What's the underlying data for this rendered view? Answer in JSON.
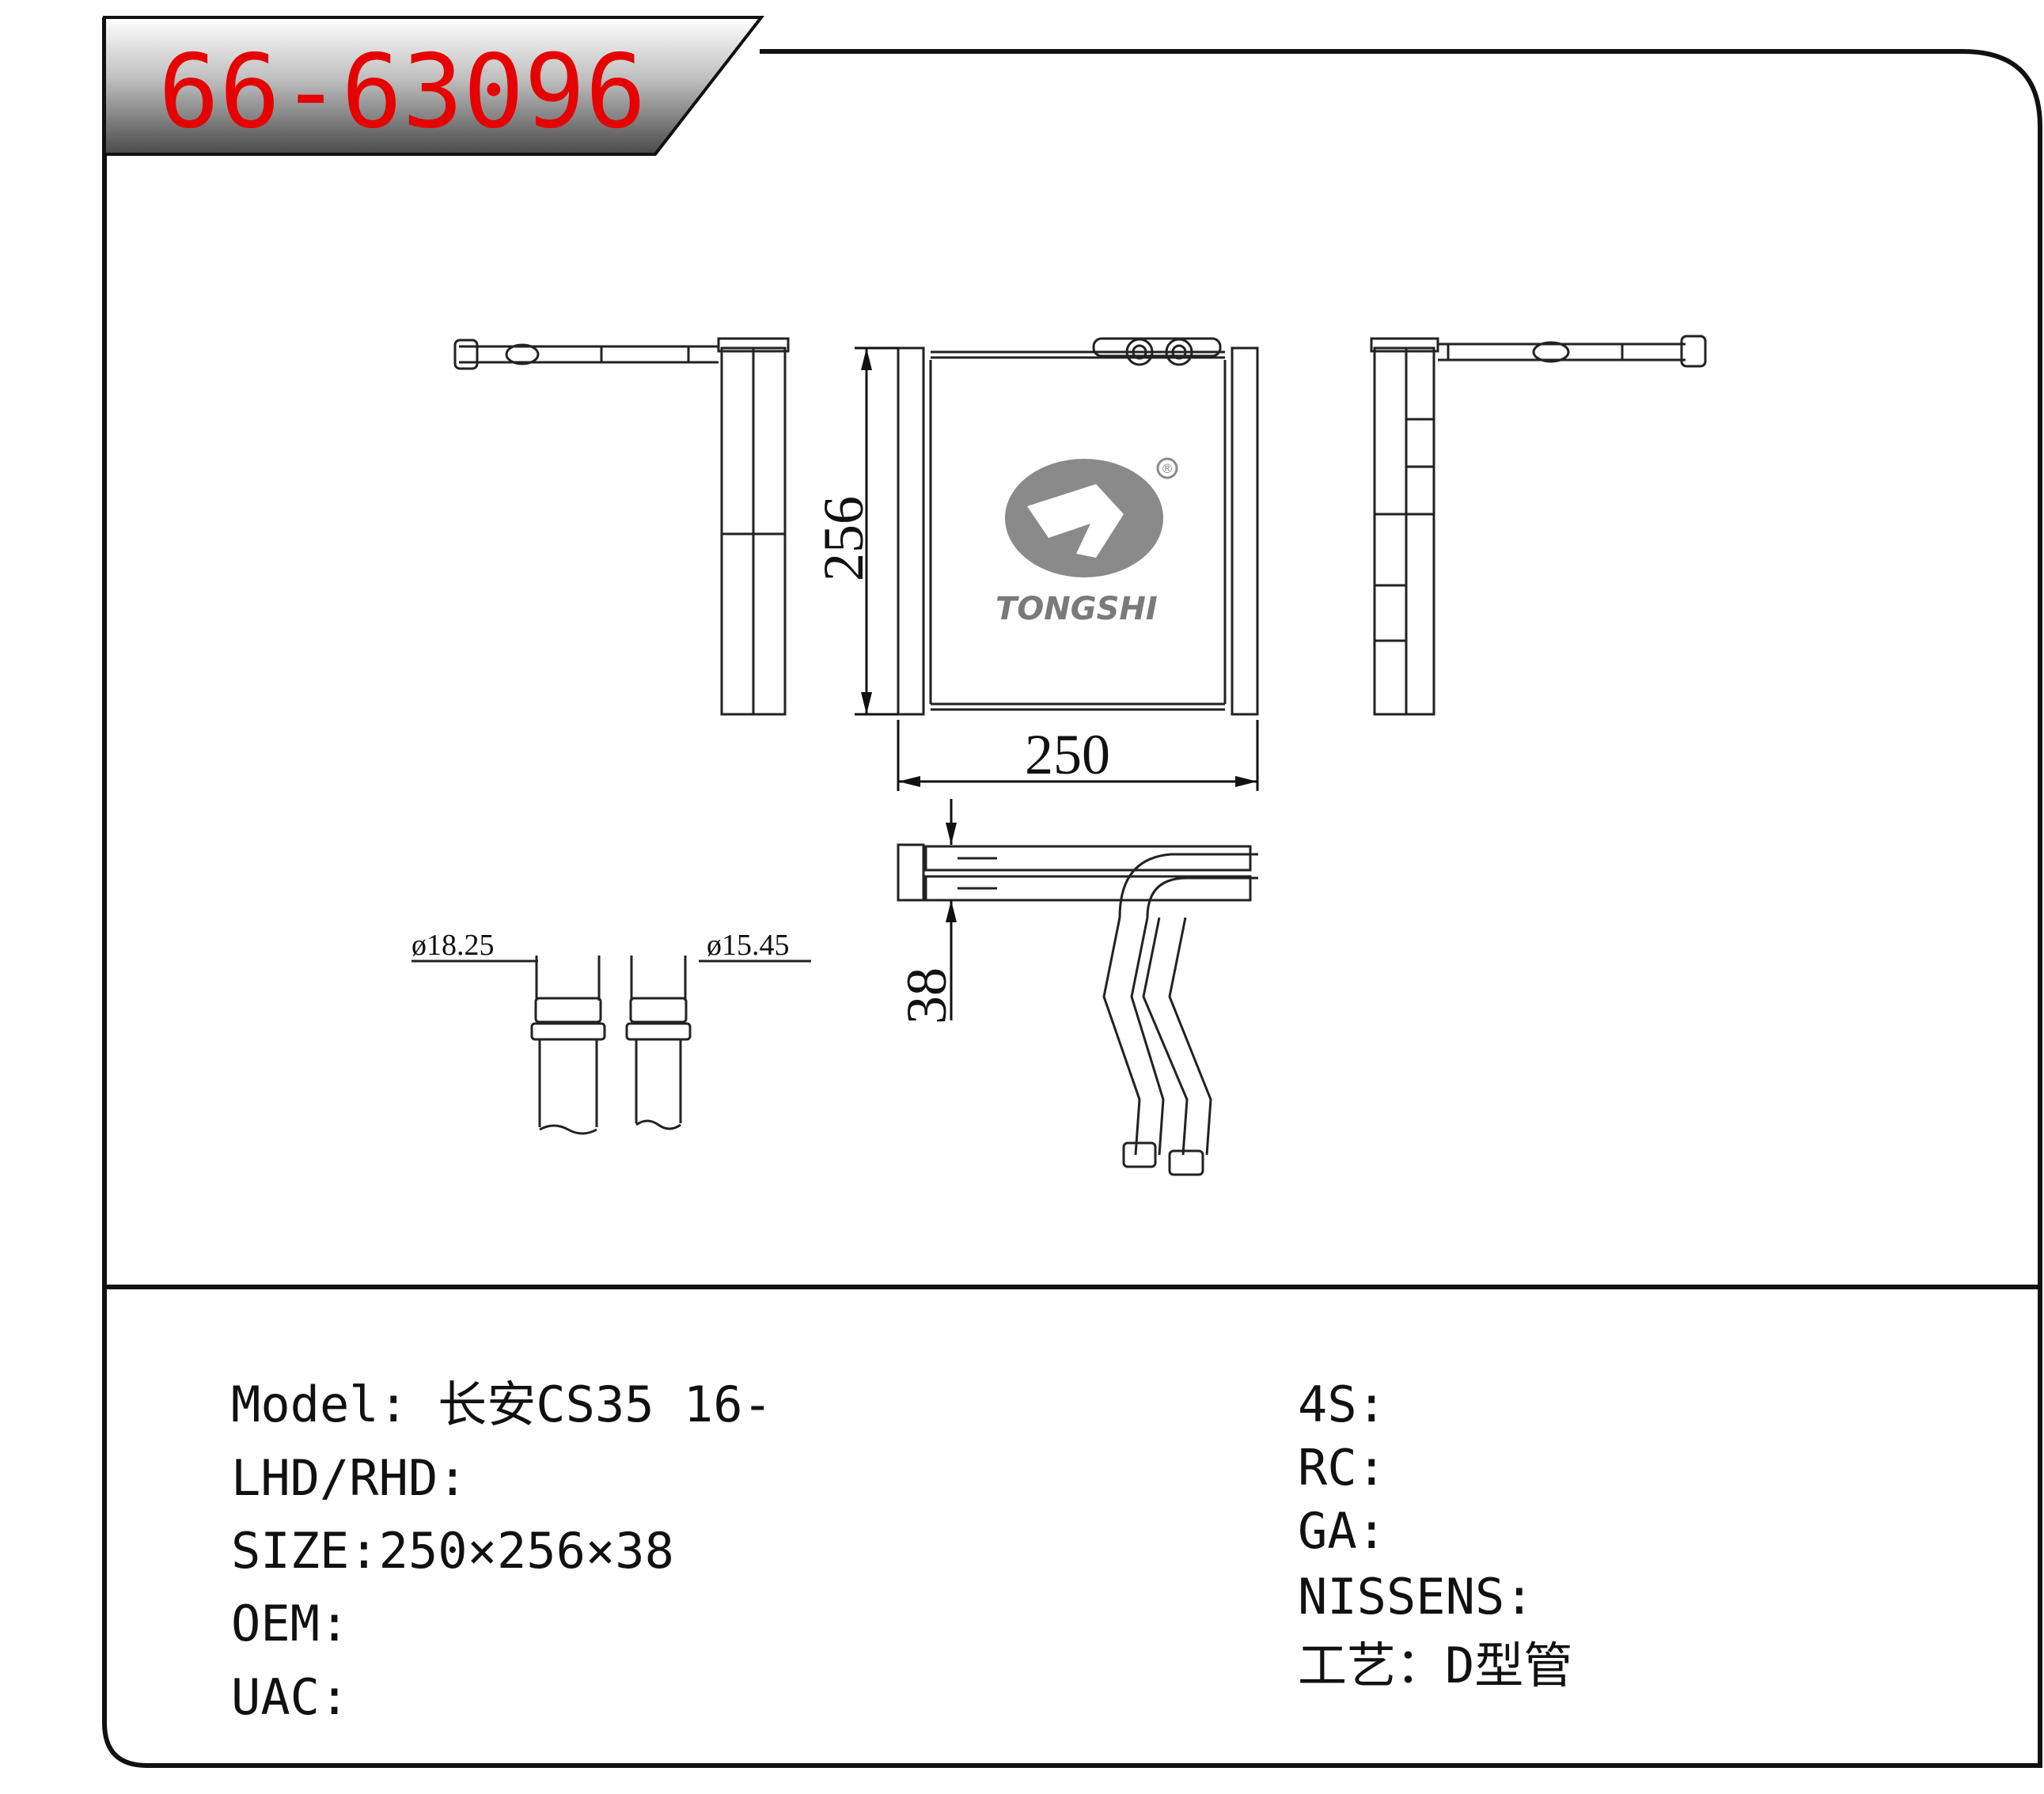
{
  "part_code": "66-63096",
  "brand": "TONGSHI",
  "registered_mark": "®",
  "dimensions": {
    "height": "256",
    "width": "250",
    "depth": "38",
    "pipe_dia_1": "ø18.25",
    "pipe_dia_2": "ø15.45"
  },
  "specs_left": [
    {
      "label": "Model:",
      "value": " 长安CS35 16-"
    },
    {
      "label": "LHD/RHD:",
      "value": ""
    },
    {
      "label": "SIZE:",
      "value": "250×256×38"
    },
    {
      "label": "OEM:",
      "value": ""
    },
    {
      "label": "UAC:",
      "value": ""
    }
  ],
  "specs_right": [
    {
      "label": "4S:",
      "value": ""
    },
    {
      "label": "RC:",
      "value": ""
    },
    {
      "label": "GA:",
      "value": ""
    },
    {
      "label": "NISSENS:",
      "value": ""
    },
    {
      "label": "工艺：",
      "value": "D型管"
    }
  ],
  "colors": {
    "code": "#e60000",
    "frame": "#111111",
    "logo": "#8a8a8a"
  }
}
